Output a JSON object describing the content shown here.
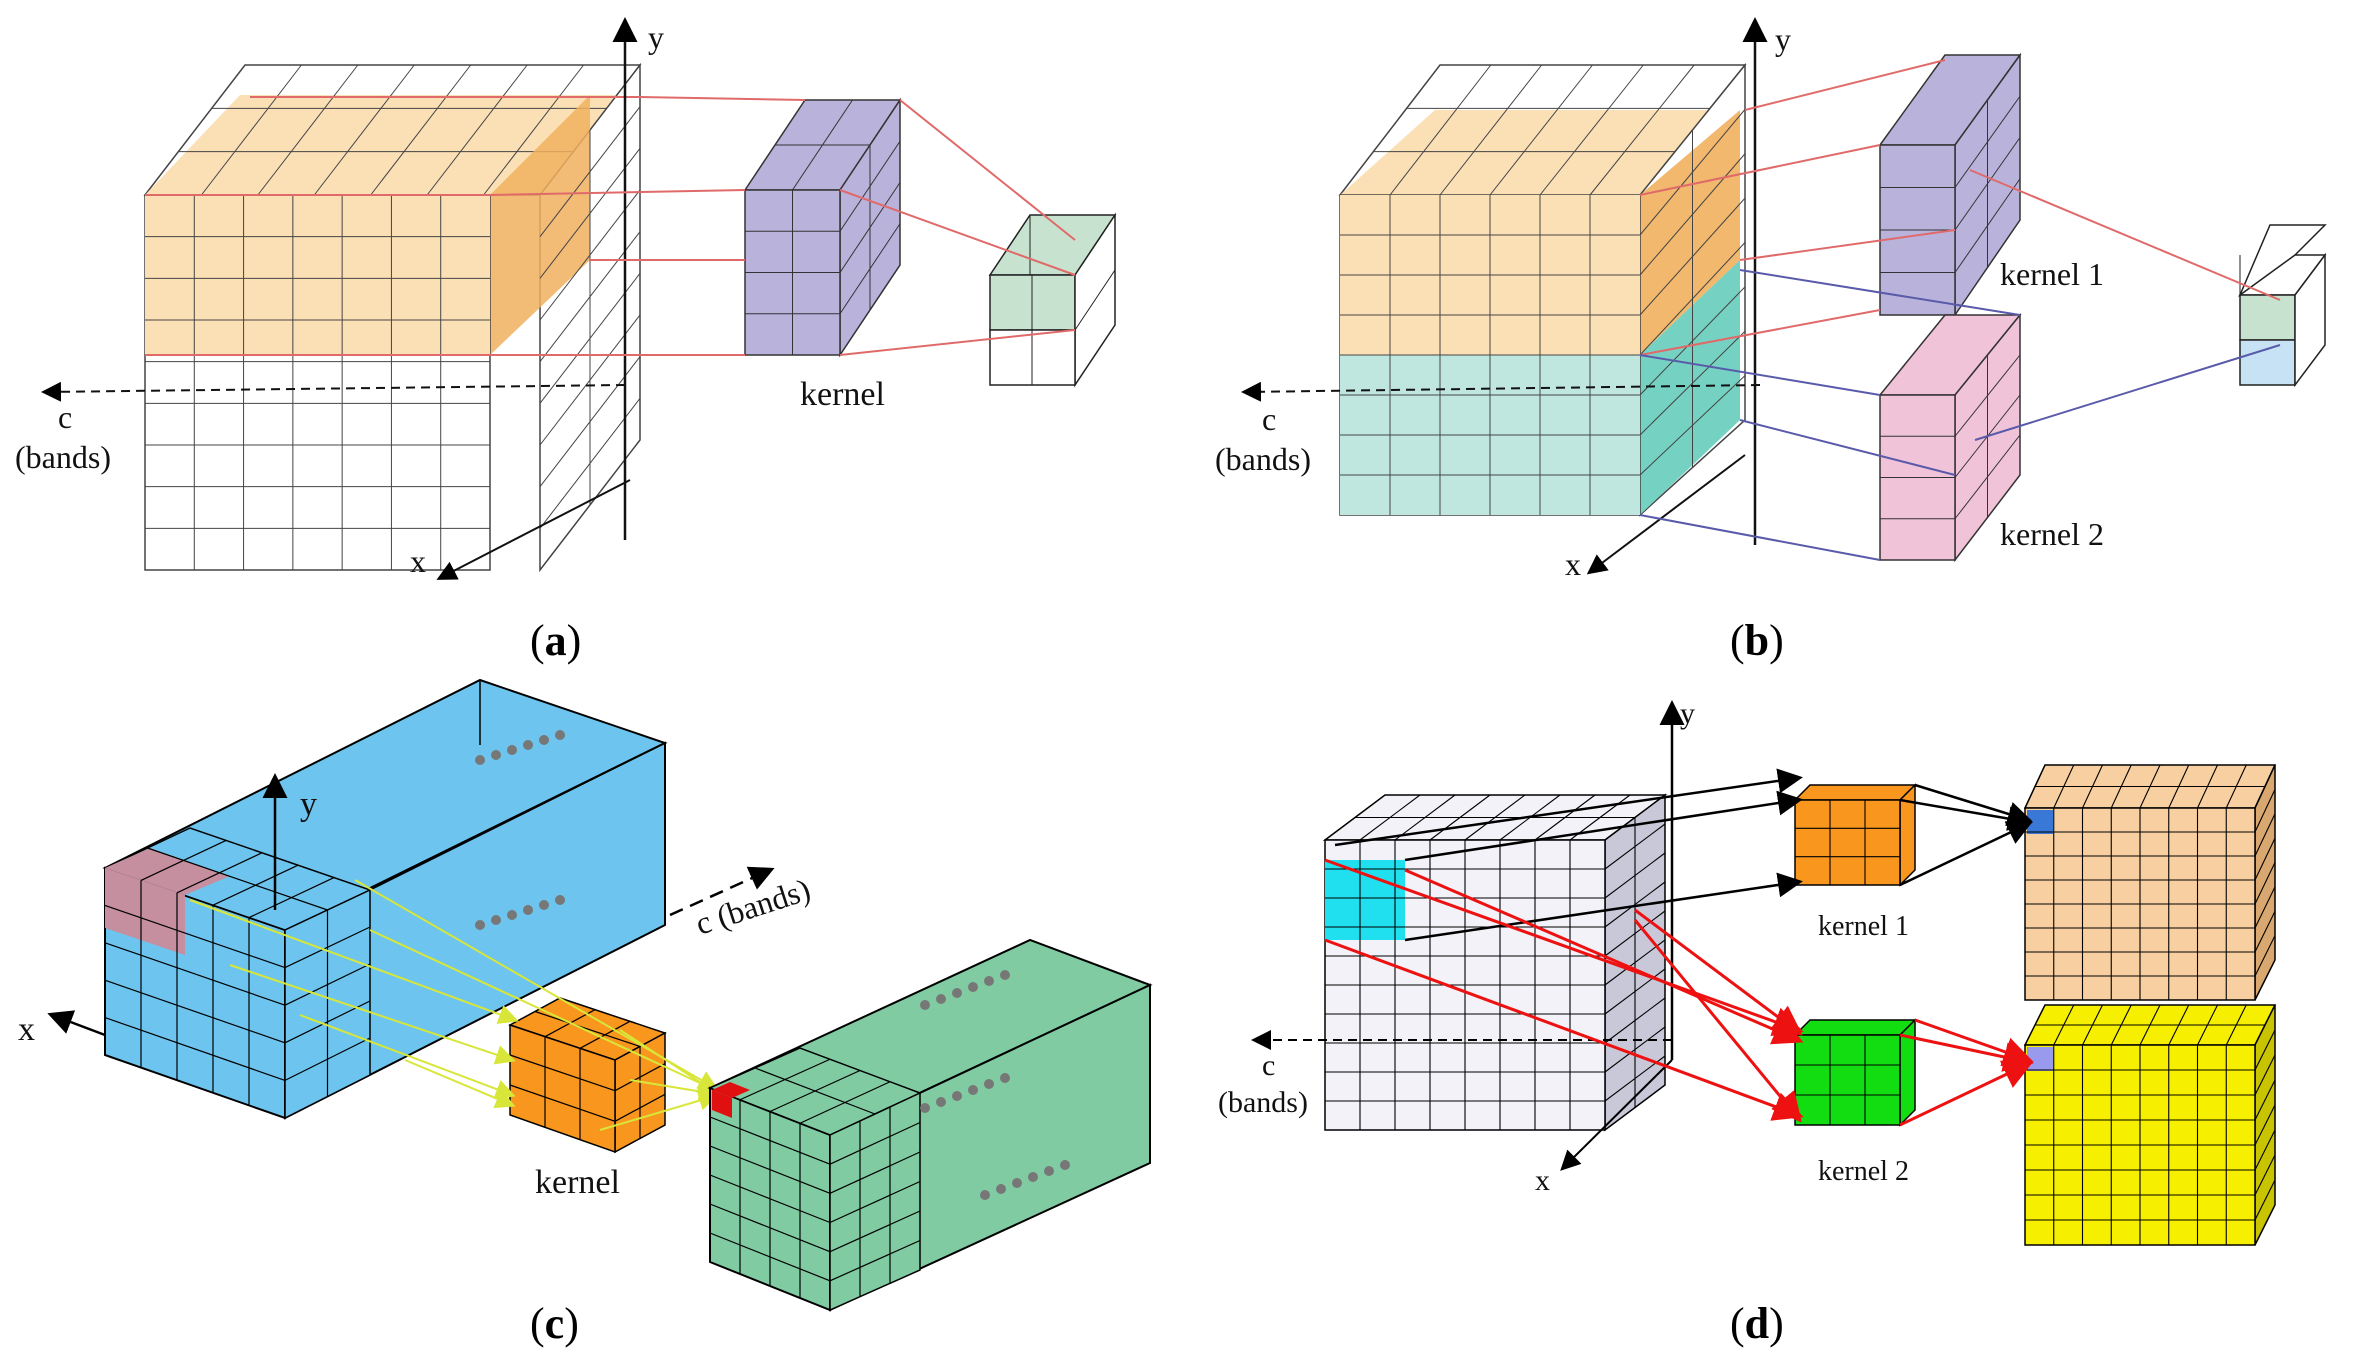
{
  "panels": {
    "a": {
      "caption_open": "(",
      "caption_letter": "a",
      "caption_close": ")",
      "axis_y": "y",
      "axis_x": "x",
      "axis_c_line1": "c",
      "axis_c_line2": "(bands)",
      "kernel_label": "kernel"
    },
    "b": {
      "caption_open": "(",
      "caption_letter": "b",
      "caption_close": ")",
      "axis_y": "y",
      "axis_x": "x",
      "axis_c_line1": "c",
      "axis_c_line2": "(bands)",
      "kernel1_label": "kernel 1",
      "kernel2_label": "kernel 2"
    },
    "c": {
      "caption_open": "(",
      "caption_letter": "c",
      "caption_close": ")",
      "axis_y": "y",
      "axis_x": "x",
      "axis_c": "c (bands)",
      "kernel_label": "kernel"
    },
    "d": {
      "caption_open": "(",
      "caption_letter": "d",
      "caption_close": ")",
      "axis_y": "y",
      "axis_x": "x",
      "axis_c_line1": "c",
      "axis_c_line2": "(bands)",
      "kernel1_label": "kernel 1",
      "kernel2_label": "kernel 2"
    }
  },
  "colors": {
    "orange_face": "#fbe0b6",
    "orange_side": "#f0b05e",
    "teal_face": "#bfe7e0",
    "teal_side": "#66cdbb",
    "purple_kernel": "#b9b3dc",
    "pink_kernel": "#f0c3d9",
    "green_output": "#c7e3cf",
    "blue_output": "#c6e2f4",
    "sky_block": "#6dc4ee",
    "mauve_patch": "#c58fa0",
    "orange_kernel3d": "#f8961e",
    "green_block": "#80cba2",
    "red_cell": "#e01010",
    "cyan_patch": "#20e0f0",
    "grey_block": "#f2f2f8",
    "bright_green": "#11dd11",
    "peach_block": "#f8cfa0",
    "yellow_block": "#f6f000",
    "kernel1_line": "#e06a6a",
    "kernel2_line": "#5a5aaa",
    "red_line": "#ee1111",
    "yellow_line": "#d8e63a"
  }
}
